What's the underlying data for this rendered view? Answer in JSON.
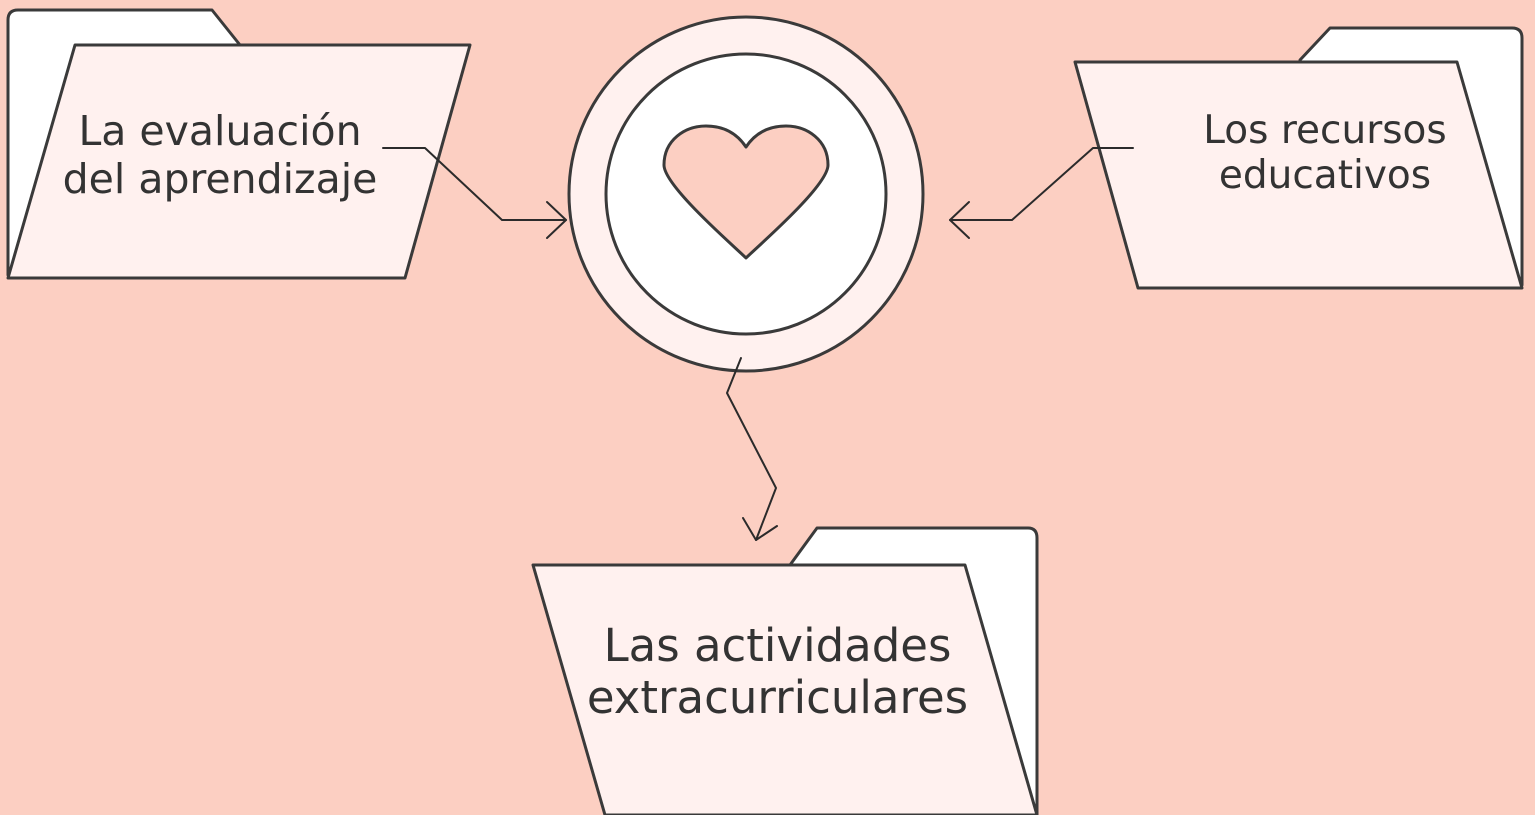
{
  "diagram": {
    "center": {
      "icon": "heart-icon"
    },
    "nodes": {
      "evaluacion": {
        "line1": "La evaluación",
        "line2": "del aprendizaje"
      },
      "recursos": {
        "line1": "Los recursos",
        "line2": "educativos"
      },
      "actividades": {
        "line1": "Las actividades",
        "line2": "extracurriculares"
      }
    }
  },
  "colors": {
    "background": "#fccfc2",
    "folder_front": "#fff1ef",
    "folder_back": "#ffffff",
    "outline": "#3a3a3a"
  }
}
